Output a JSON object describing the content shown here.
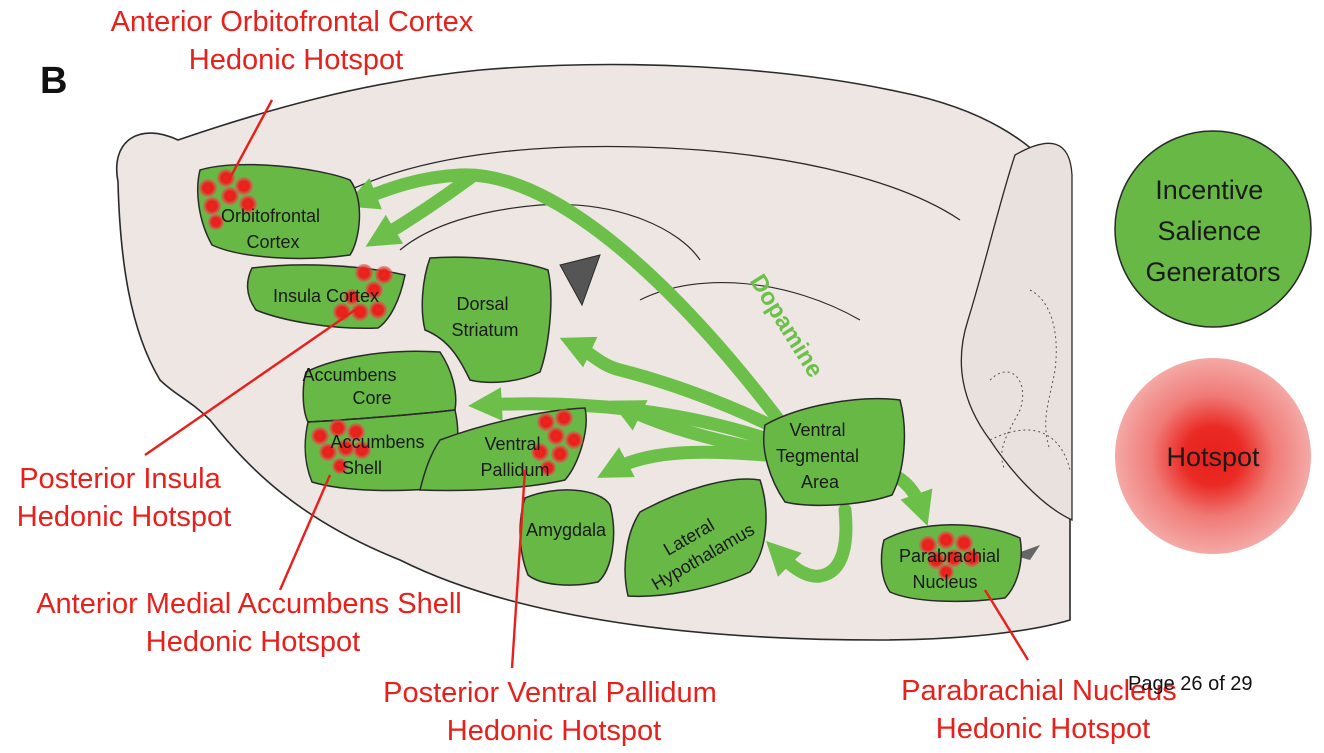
{
  "panel_letter": "B",
  "regions": {
    "orbitofrontal": [
      "Orbitofrontal",
      "Cortex"
    ],
    "insula": [
      "Insula Cortex"
    ],
    "dorsal_striatum": [
      "Dorsal",
      "Striatum"
    ],
    "accumbens_core": [
      "Accumbens",
      "Core"
    ],
    "accumbens_shell": [
      "Accumbens",
      "Shell"
    ],
    "ventral_pallidum": [
      "Ventral",
      "Pallidum"
    ],
    "amygdala": [
      "Amygdala"
    ],
    "lateral_hypothalamus": [
      "Lateral",
      "Hypothalamus"
    ],
    "vta": [
      "Ventral",
      "Tegmental",
      "Area"
    ],
    "parabrachial": [
      "Parabrachial",
      "Nucleus"
    ]
  },
  "pathway_label": "Dopamine",
  "hotspot_labels": {
    "orbitofrontal": [
      "Anterior Orbitofrontal Cortex",
      "Hedonic Hotspot"
    ],
    "insula": [
      "Posterior Insula",
      "Hedonic Hotspot"
    ],
    "accumbens": [
      "Anterior Medial Accumbens Shell",
      "Hedonic Hotspot"
    ],
    "pallidum": [
      "Posterior Ventral Pallidum",
      "Hedonic Hotspot"
    ],
    "parabrachial": [
      "Parabrachial Nucleus",
      "Hedonic Hotspot"
    ]
  },
  "legend": {
    "generators": [
      "Incentive",
      "Salience",
      "Generators"
    ],
    "hotspot": "Hotspot"
  },
  "page_footer": "Page 26 of 29",
  "colors": {
    "region_green": "#68b846",
    "arrow_green": "#6cc04a",
    "hotspot_red": "#e8201c",
    "brain_fill": "#ede6e3"
  }
}
